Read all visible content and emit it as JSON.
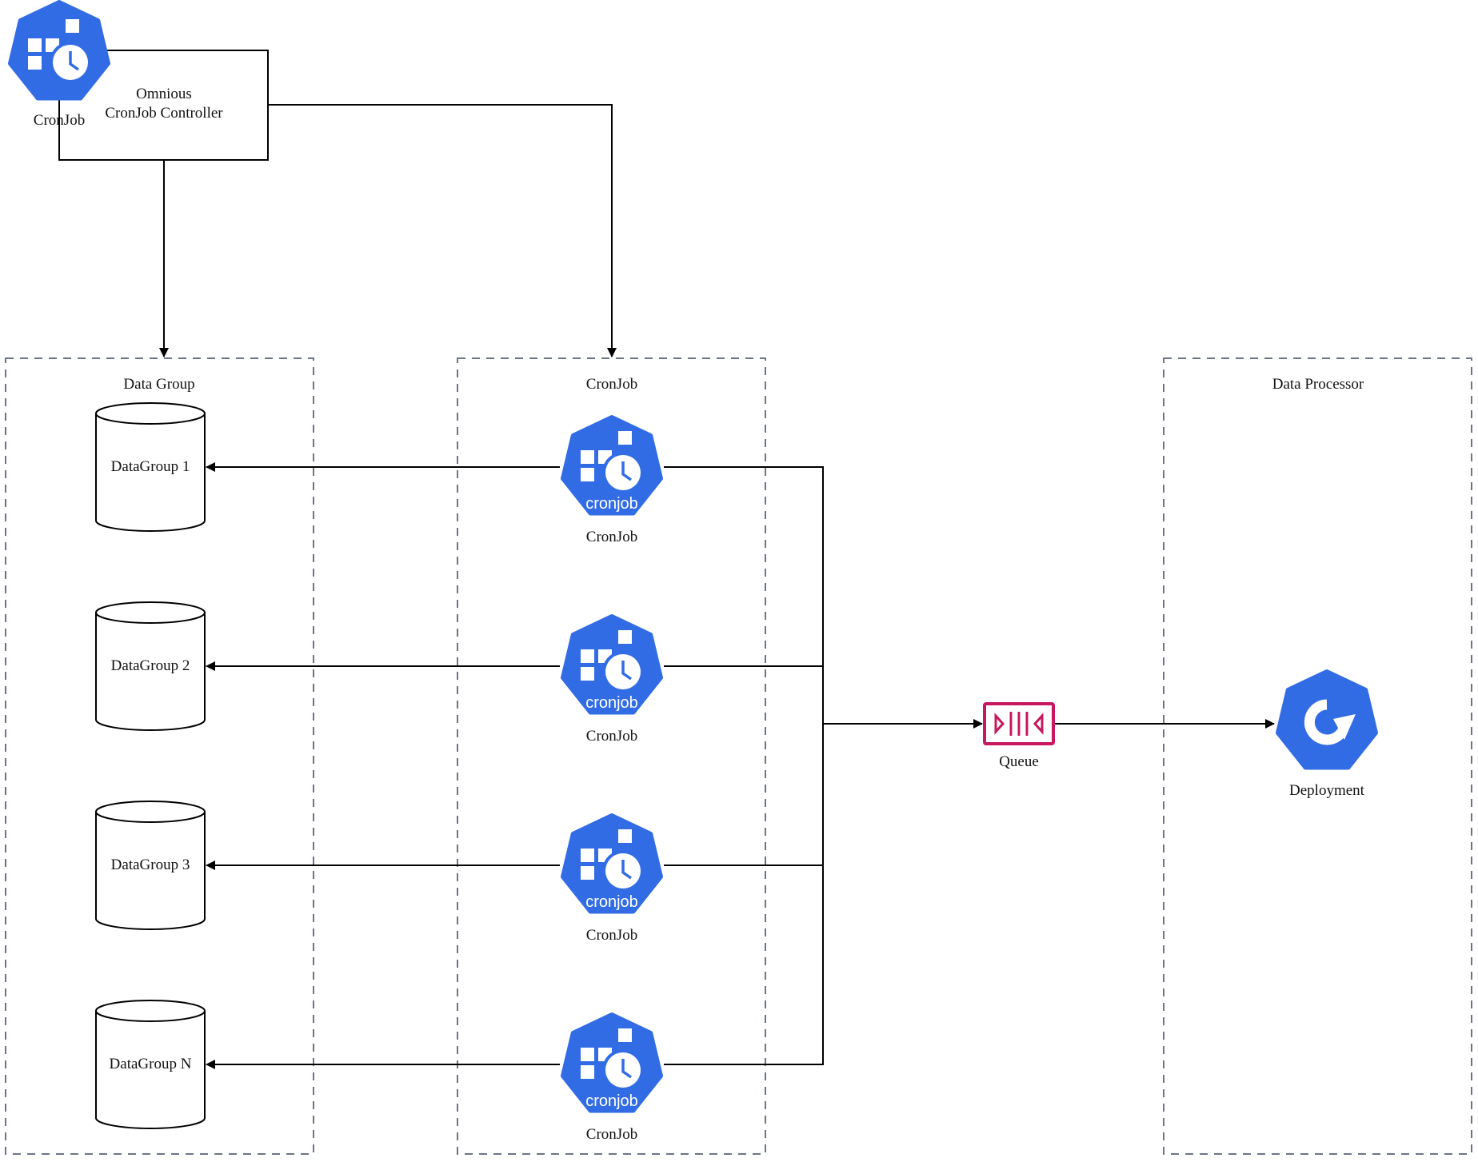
{
  "controller": {
    "icon_label": "CronJob",
    "box_line1": "Omnious",
    "box_line2": "CronJob Controller"
  },
  "groups": {
    "data_group": {
      "title": "Data Group"
    },
    "cronjob_group": {
      "title": "CronJob"
    },
    "processor_group": {
      "title": "Data Processor"
    }
  },
  "datagroups": [
    "DataGroup 1",
    "DataGroup 2",
    "DataGroup 3",
    "DataGroup N"
  ],
  "cronjobs": [
    {
      "badge": "cronjob",
      "label": "CronJob"
    },
    {
      "badge": "cronjob",
      "label": "CronJob"
    },
    {
      "badge": "cronjob",
      "label": "CronJob"
    },
    {
      "badge": "cronjob",
      "label": "CronJob"
    }
  ],
  "queue": {
    "label": "Queue"
  },
  "deployment": {
    "label": "Deployment"
  },
  "colors": {
    "k8s_blue": "#326ce5",
    "queue_pink": "#c7185f",
    "dash": "#6b7489",
    "line": "#000000"
  }
}
